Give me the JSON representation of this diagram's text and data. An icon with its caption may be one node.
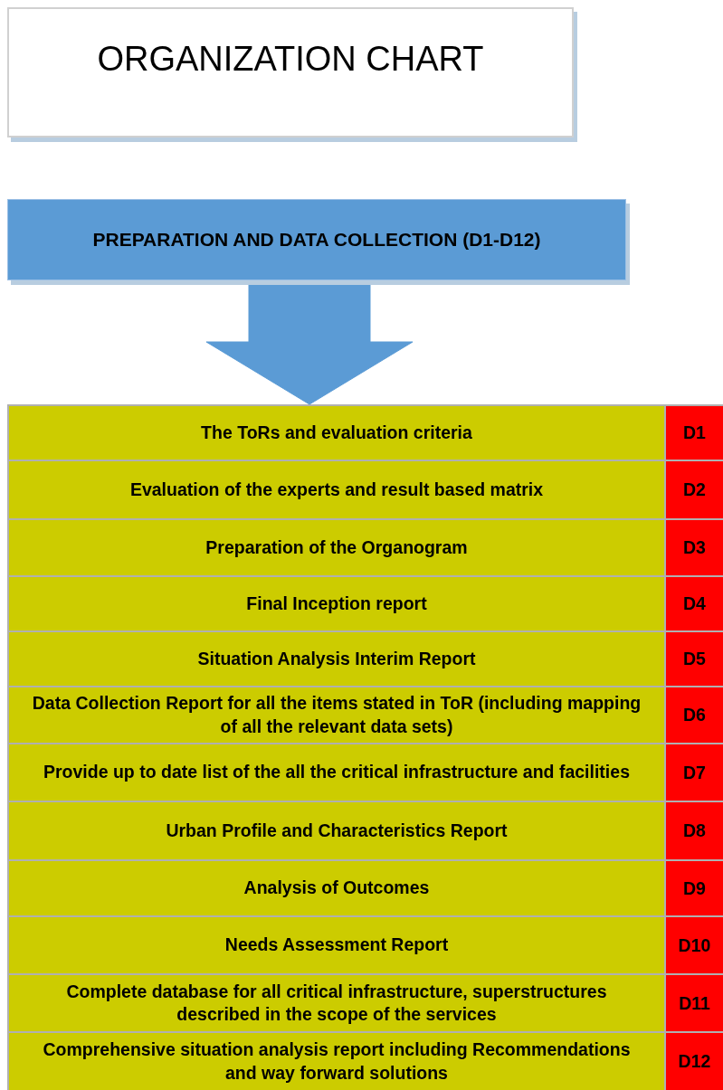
{
  "diagram": {
    "title": "ORGANIZATION CHART",
    "nodes": [
      {
        "text": [
          "PREPARATION AND DATA COLLECTION (D1-D12)"
        ]
      },
      {
        "text": [],
        "shape": "box"
      },
      {
        "text": [
          "The ToRs and evaluation criteria",
          "D1"
        ],
        "in": 1
      },
      {
        "text": [
          "Evaluation of the experts and result based matrix",
          "D2"
        ],
        "in": 1
      },
      {
        "text": [
          "Preparation of the Organogram",
          "D3"
        ],
        "in": 1
      },
      {
        "text": [
          "Final  Inception report",
          "D4"
        ],
        "in": 1
      },
      {
        "text": [
          "Situation Analysis Interim Report",
          "D5"
        ],
        "in": 1
      },
      {
        "text": [
          "Data Collection Report for all the items stated in ToR (including mapping of all the relevant data sets)",
          "D6"
        ],
        "in": 1
      },
      {
        "text": [
          "Provide up to date list of the all the critical infrastructure and facilities",
          "D7"
        ],
        "in": 1
      },
      {
        "text": [
          "Urban Profile and Characteristics Report",
          "D8"
        ],
        "in": 1
      },
      {
        "text": [
          "Analysis of Outcomes",
          "D9"
        ],
        "in": 1
      },
      {
        "text": [
          "Needs Assessment Report",
          "D10"
        ],
        "in": 1
      },
      {
        "text": [
          "Complete database for  all critical infrastructure, superstructures described in the scope of the services",
          "D11"
        ],
        "in": 1
      },
      {
        "text": [
          "Comprehensive situation analysis report including Recommendations and way forward solutions",
          "D12"
        ],
        "in": 1
      }
    ],
    "edges": [
      {
        "from": 0,
        "to": 1,
        "arrow": "to"
      }
    ]
  }
}
